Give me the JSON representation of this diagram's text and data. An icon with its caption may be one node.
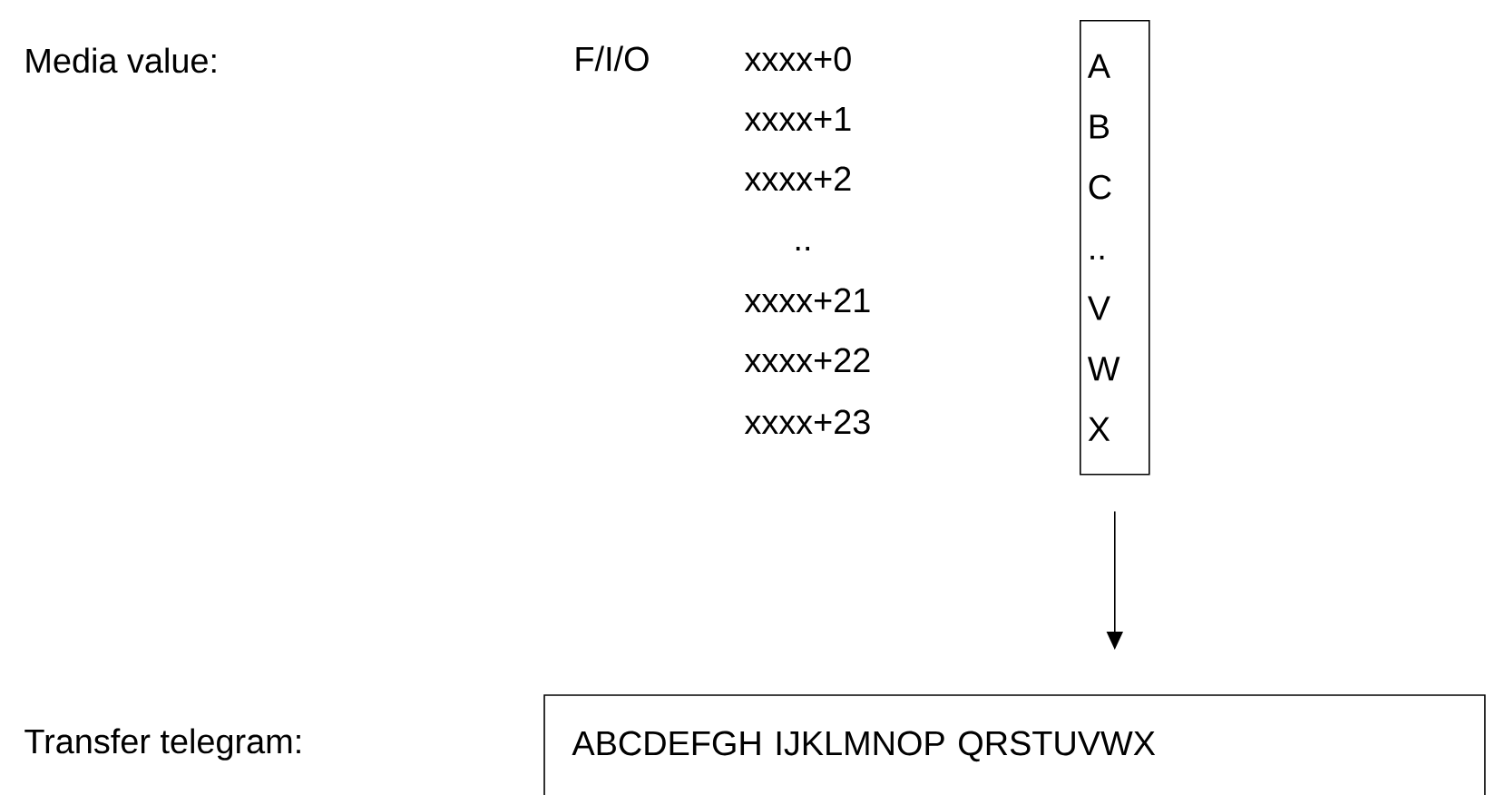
{
  "diagram": {
    "nodes": [
      {
        "text": [
          "A",
          "B",
          "C",
          "..",
          "V",
          "W",
          "X"
        ]
      },
      {
        "text": [
          "ABCDEFGH IJKLMNOP QRSTUVWX"
        ]
      }
    ],
    "edges": [
      {
        "from": 0,
        "to": 1,
        "arrow": "to"
      }
    ],
    "labels": [
      "Media value:",
      "F/I/O",
      "xxxx+0",
      "xxxx+1",
      "xxxx+2",
      "..",
      "xxxx+21",
      "xxxx+22",
      "xxxx+23",
      "Transfer telegram:"
    ]
  }
}
